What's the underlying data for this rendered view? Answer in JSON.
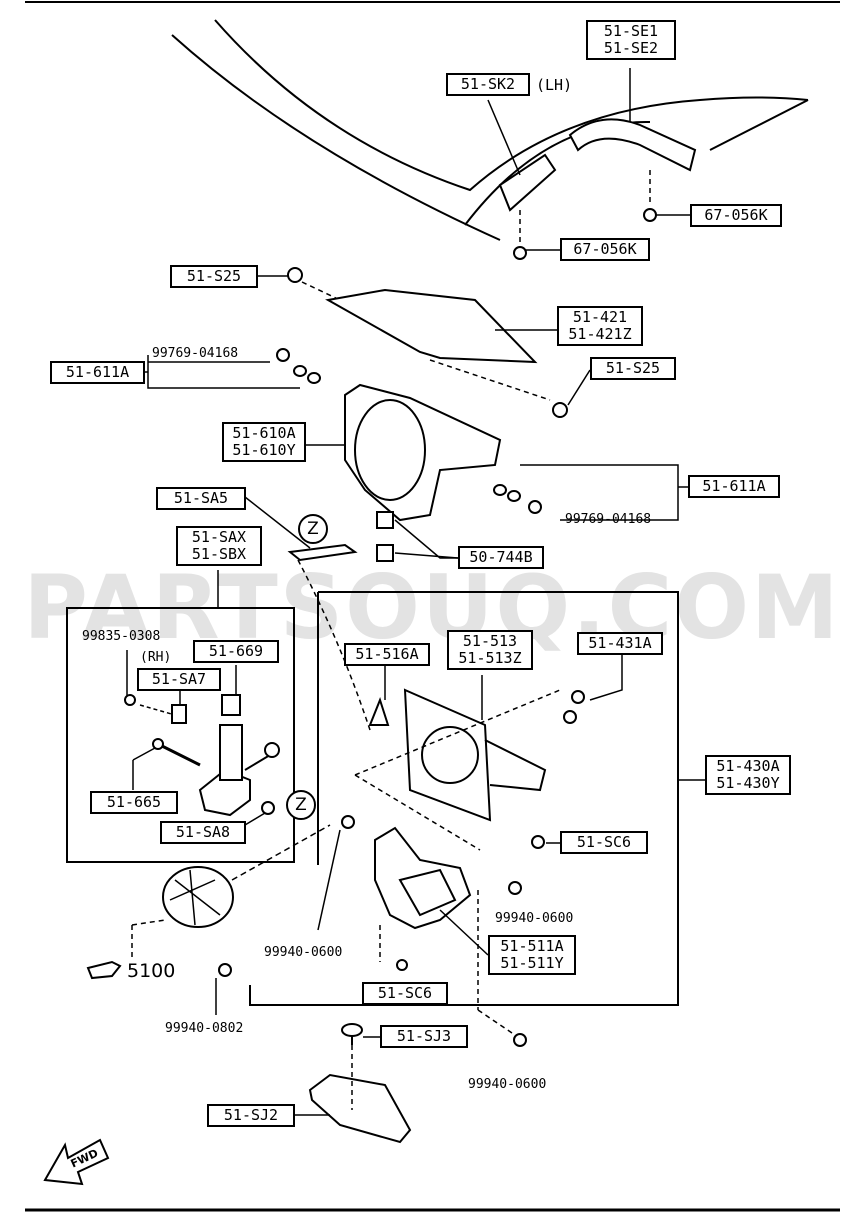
{
  "watermark": "PARTSOUQ.COM",
  "labels": {
    "se": "51-SE1\n51-SE2",
    "sk2": "51-SK2",
    "sk2_note": "(LH)",
    "k056_right": "67-056K",
    "k056_left": "67-056K",
    "s25_top": "51-S25",
    "p421": "51-421\n51-421Z",
    "p611a_left": "51-611A",
    "bolt_04168_left": "99769-04168",
    "s25_mid": "51-S25",
    "p610": "51-610A\n51-610Y",
    "p611a_right": "51-611A",
    "bolt_04168_right": "99769-04168",
    "sa5": "51-SA5",
    "sax": "51-SAX\n51-SBX",
    "p744b": "50-744B",
    "bolt_0308": "99835-0308",
    "rh": "(RH)",
    "p669": "51-669",
    "sa7": "51-SA7",
    "p665": "51-665",
    "sa8": "51-SA8",
    "p516a": "51-516A",
    "p513": "51-513\n51-513Z",
    "p431a": "51-431A",
    "p430": "51-430A\n51-430Y",
    "sc6_right": "51-SC6",
    "nut_0600_right": "99940-0600",
    "p511": "51-511A\n51-511Y",
    "nut_0600_left": "99940-0600",
    "sc6_bottom": "51-SC6",
    "ref_5100": "5100",
    "nut_0802": "99940-0802",
    "sj3": "51-SJ3",
    "nut_0600_bottom": "99940-0600",
    "sj2": "51-SJ2",
    "fwd": "FWD",
    "z_mark": "Z"
  }
}
